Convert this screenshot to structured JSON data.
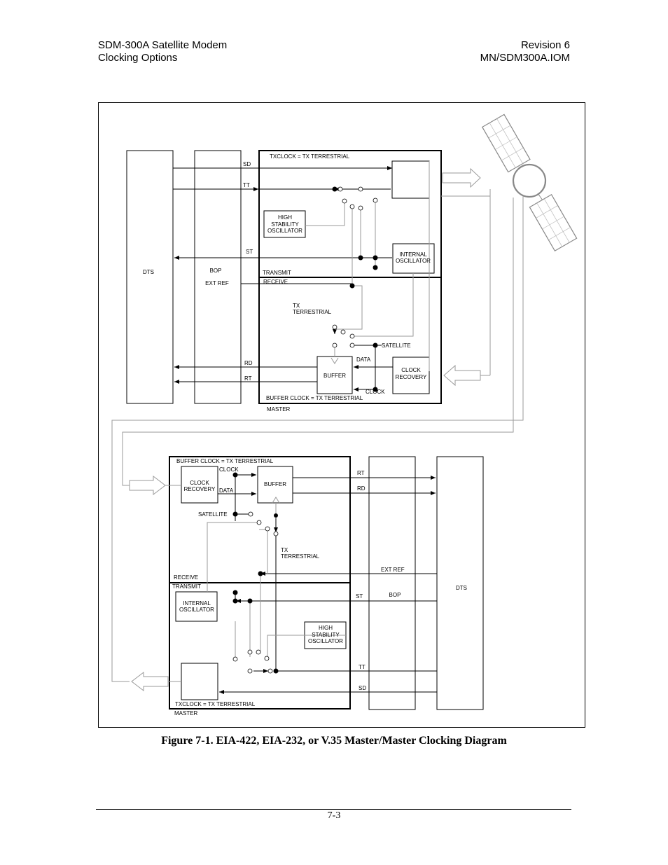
{
  "header": {
    "left_line1": "SDM-300A Satellite Modem",
    "left_line2": "Clocking Options",
    "right_line1": "Revision 6",
    "right_line2": "MN/SDM300A.IOM"
  },
  "diagram": {
    "top": {
      "dts": "DTS",
      "bop": "BOP",
      "ext_ref": "EXT REF",
      "sd": "SD",
      "tt": "TT",
      "st": "ST",
      "rd": "RD",
      "rt": "RT",
      "txclock": "TXCLOCK = TX TERRESTRIAL",
      "hso_1": "HIGH",
      "hso_2": "STABILITY",
      "hso_3": "OSCILLATOR",
      "int_osc_1": "INTERNAL",
      "int_osc_2": "OSCILLATOR",
      "transmit": "TRANSMIT",
      "receive": "RECEIVE",
      "tx_terr_1": "TX",
      "tx_terr_2": "TERRESTRIAL",
      "satellite": "SATELLITE",
      "data": "DATA",
      "clock": "CLOCK",
      "buffer": "BUFFER",
      "clock_rec_1": "CLOCK",
      "clock_rec_2": "RECOVERY",
      "buffer_clock": "BUFFER CLOCK = TX TERRESTRIAL",
      "master": "MASTER"
    },
    "bottom": {
      "buffer_clock": "BUFFER CLOCK = TX TERRESTRIAL",
      "clock": "CLOCK",
      "data": "DATA",
      "clock_rec_1": "CLOCK",
      "clock_rec_2": "RECOVERY",
      "buffer": "BUFFER",
      "rt": "RT",
      "rd": "RD",
      "satellite": "SATELLITE",
      "tx_terr_1": "TX",
      "tx_terr_2": "TERRESTRIAL",
      "ext_ref": "EXT REF",
      "receive": "RECEIVE",
      "transmit": "TRANSMIT",
      "st": "ST",
      "bop": "BOP",
      "dts": "DTS",
      "int_osc_1": "INTERNAL",
      "int_osc_2": "OSCILLATOR",
      "hso_1": "HIGH",
      "hso_2": "STABILITY",
      "hso_3": "OSCILLATOR",
      "tt": "TT",
      "sd": "SD",
      "txclock": "TXCLOCK = TX TERRESTRIAL",
      "master": "MASTER"
    }
  },
  "caption": "Figure 7-1.  EIA-422, EIA-232, or V.35 Master/Master Clocking Diagram",
  "page_number": "7-3"
}
